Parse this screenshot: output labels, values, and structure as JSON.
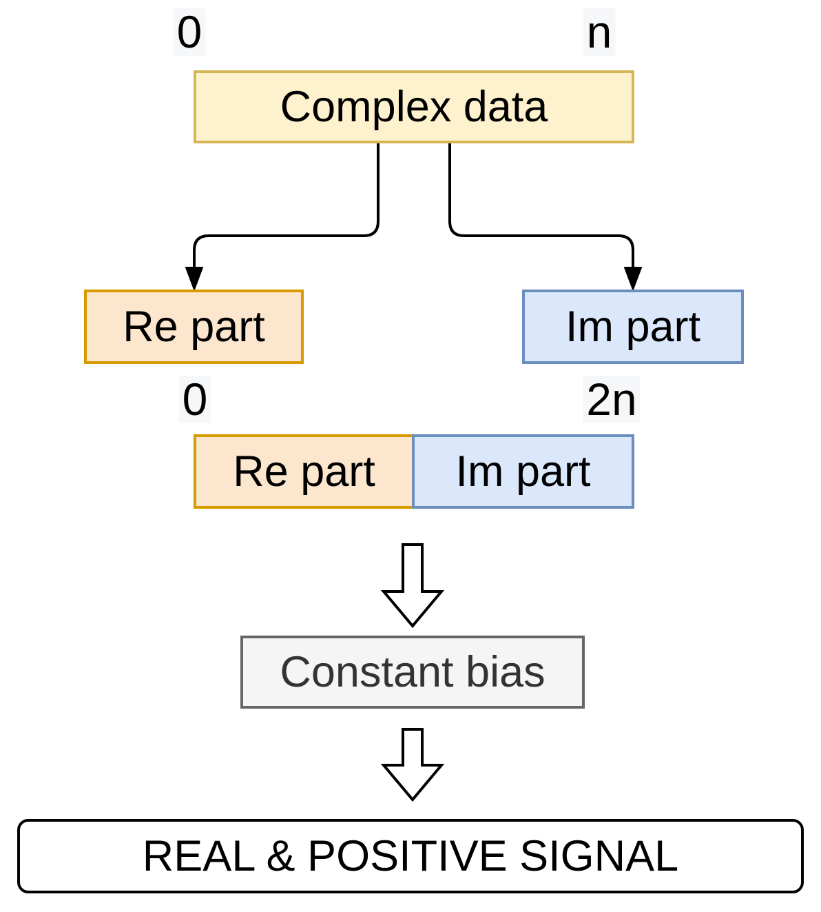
{
  "labels": {
    "top_start": "0",
    "top_end": "n",
    "mid_start": "0",
    "mid_end": "2n"
  },
  "boxes": {
    "complex": "Complex data",
    "re": "Re part",
    "im": "Im part",
    "combined_re": "Re part",
    "combined_im": "Im part",
    "bias": "Constant bias",
    "result": "REAL & POSITIVE SIGNAL"
  },
  "colors": {
    "complex_fill": "#FDF2CD",
    "complex_border": "#D6B656",
    "re_fill": "#FCE6CD",
    "re_border": "#D79B00",
    "im_fill": "#DBE8FB",
    "im_border": "#6C8EBF",
    "bias_fill": "#F5F5F5",
    "bias_border": "#666666",
    "bias_text": "#333333",
    "result_border": "#000000",
    "connector": "#000000",
    "index_label_bg": "#F6F7F9"
  }
}
